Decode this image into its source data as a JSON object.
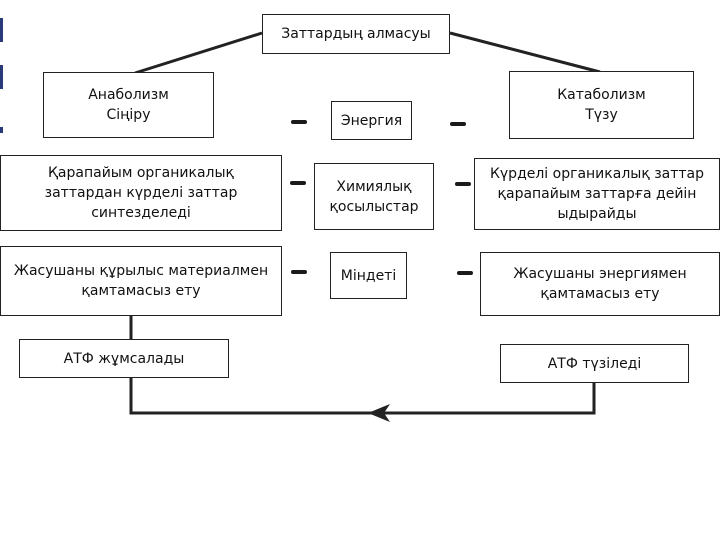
{
  "center": {
    "title": "Заттардың алмасуы",
    "energy": "Энергия",
    "chemical": [
      "Химиялық",
      "қосылыстар"
    ],
    "purpose": "Міндеті"
  },
  "anabolism": {
    "name": "Анаболизм",
    "alt": "Сіңіру",
    "chemical": [
      "Қарапайым органикалық",
      "заттардан күрделі заттар",
      "синтезделеді"
    ],
    "purpose": [
      "Жасушаны құрылыс материалмен",
      "қамтамасыз ету"
    ],
    "atp": "АТФ жұмсалады"
  },
  "catabolism": {
    "name": "Катаболизм",
    "alt": "Түзу",
    "chemical": [
      "Күрделі органикалық заттар",
      "қарапайым заттарға дейін",
      "ыдырайды"
    ],
    "purpose": [
      "Жасушаны энергиямен",
      "қамтамасыз ету"
    ],
    "atp": "АТФ түзіледі"
  }
}
